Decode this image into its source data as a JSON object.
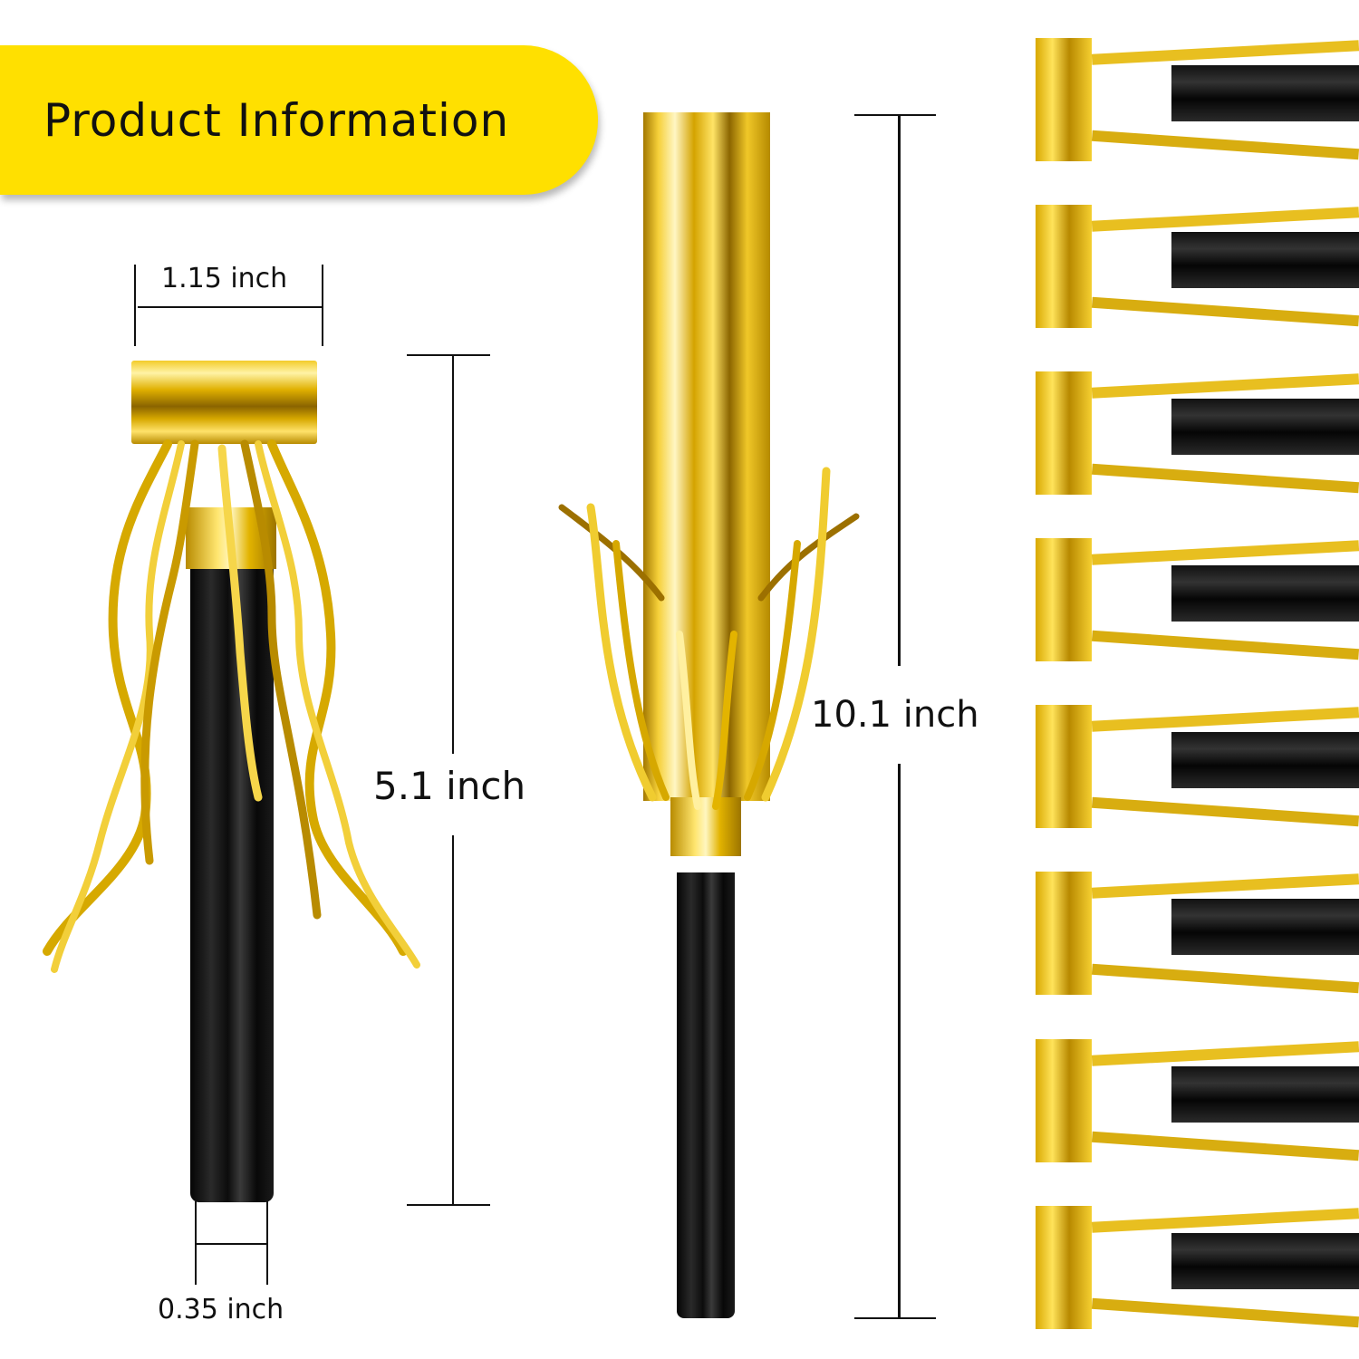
{
  "banner": {
    "title": "Product Information",
    "color": "#FFE000"
  },
  "left_product": {
    "name": "short party blower",
    "dimensions": {
      "width_label": "1.15 inch",
      "height_label": "5.1 inch",
      "tube_width_label": "0.35 inch"
    }
  },
  "center_product": {
    "name": "extended party blower",
    "dimensions": {
      "length_label": "10.1 inch"
    }
  },
  "right_stack": {
    "count": 8,
    "item_name": "rolled party blower"
  },
  "colors": {
    "gold": "#E5B800",
    "gold_light": "#FFE55C",
    "gold_dark": "#9C7400",
    "tube": "#0A0A0A",
    "line": "#111111"
  }
}
